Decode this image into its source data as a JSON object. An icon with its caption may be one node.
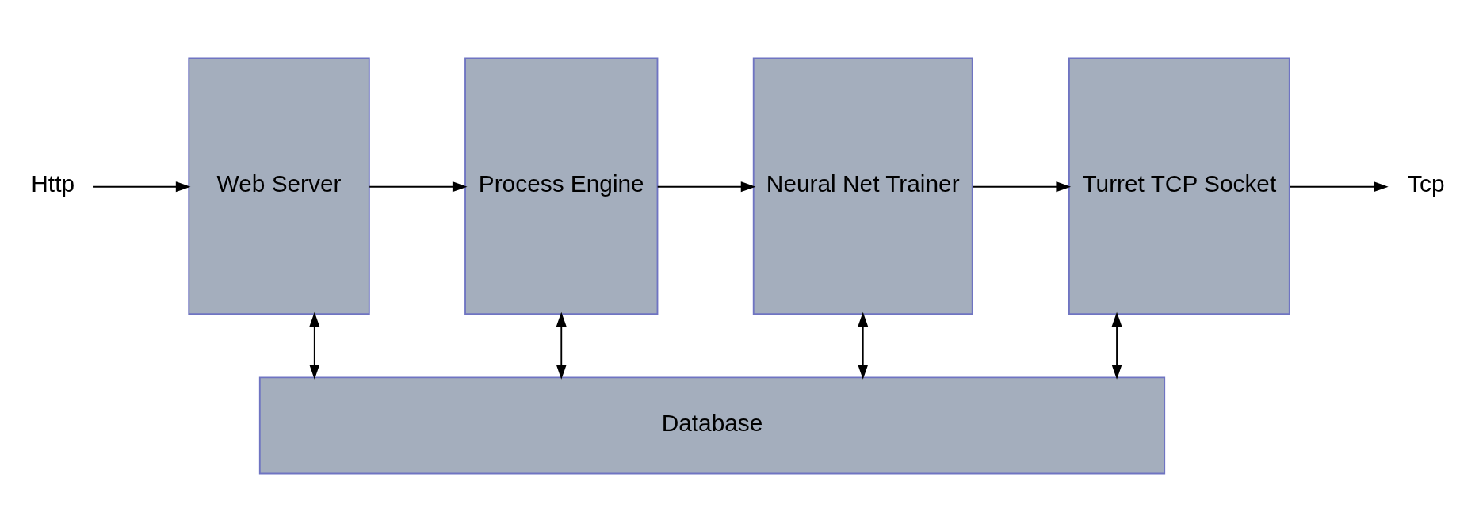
{
  "diagram": {
    "nodes": [
      {
        "text": [
          "Http"
        ]
      },
      {
        "text": [
          "Web Server"
        ]
      },
      {
        "text": [
          "Process Engine"
        ]
      },
      {
        "text": [
          "Neural Net Trainer"
        ]
      },
      {
        "text": [
          "Turret TCP Socket"
        ]
      },
      {
        "text": [
          "Tcp"
        ]
      },
      {
        "text": [
          "Database"
        ]
      }
    ],
    "edges": [
      {
        "from": 0,
        "to": 1,
        "arrow": "to"
      },
      {
        "from": 1,
        "to": 2,
        "arrow": "to"
      },
      {
        "from": 2,
        "to": 3,
        "arrow": "to"
      },
      {
        "from": 3,
        "to": 4,
        "arrow": "to"
      },
      {
        "from": 4,
        "to": 5,
        "arrow": "to"
      },
      {
        "from": 6,
        "to": 1,
        "arrow": "both"
      },
      {
        "from": 6,
        "to": 2,
        "arrow": "both"
      },
      {
        "from": 6,
        "to": 3,
        "arrow": "both"
      },
      {
        "from": 6,
        "to": 4,
        "arrow": "both"
      }
    ]
  }
}
